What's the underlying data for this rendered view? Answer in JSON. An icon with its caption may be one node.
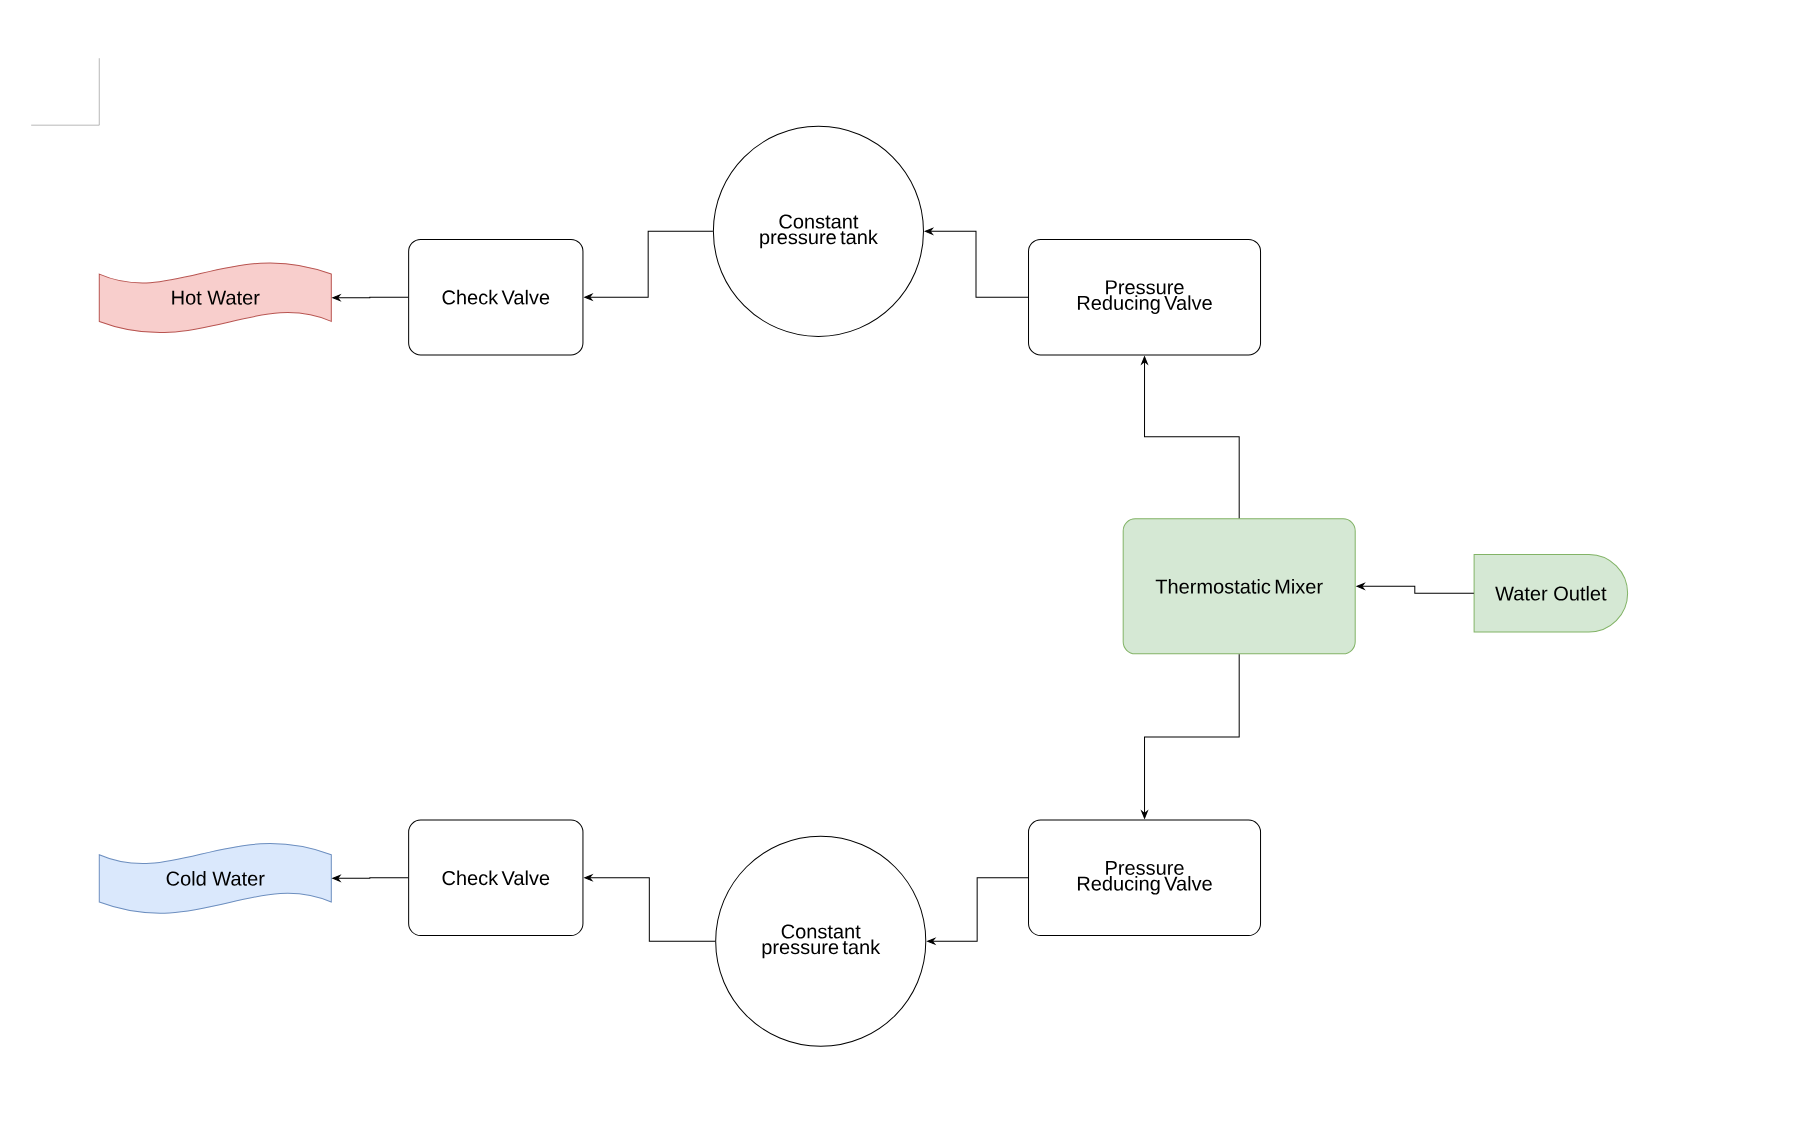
{
  "diagram": {
    "nodes": [
      {
        "text": [
          "Hot Water"
        ]
      },
      {
        "text": [
          "Check Valve"
        ]
      },
      {
        "text": [
          "Constant pressure tank"
        ]
      },
      {
        "text": [
          "Pressure Reducing Valve"
        ]
      },
      {
        "text": [
          "Thermostatic Mixer"
        ]
      },
      {
        "text": [
          "Water Outlet"
        ]
      },
      {
        "text": [
          "Pressure Reducing Valve"
        ]
      },
      {
        "text": [
          "Constant pressure tank"
        ]
      },
      {
        "text": [
          "Check Valve"
        ]
      },
      {
        "text": [
          "Cold Water"
        ]
      }
    ],
    "edges": [
      {
        "from": 5,
        "to": 4,
        "arrow": "to"
      },
      {
        "from": 4,
        "to": 3,
        "arrow": "to"
      },
      {
        "from": 3,
        "to": 2,
        "arrow": "to"
      },
      {
        "from": 2,
        "to": 1,
        "arrow": "to"
      },
      {
        "from": 1,
        "to": 0,
        "arrow": "to"
      },
      {
        "from": 4,
        "to": 6,
        "arrow": "to"
      },
      {
        "from": 6,
        "to": 7,
        "arrow": "to"
      },
      {
        "from": 7,
        "to": 8,
        "arrow": "to"
      },
      {
        "from": 8,
        "to": 9,
        "arrow": "to"
      }
    ]
  }
}
